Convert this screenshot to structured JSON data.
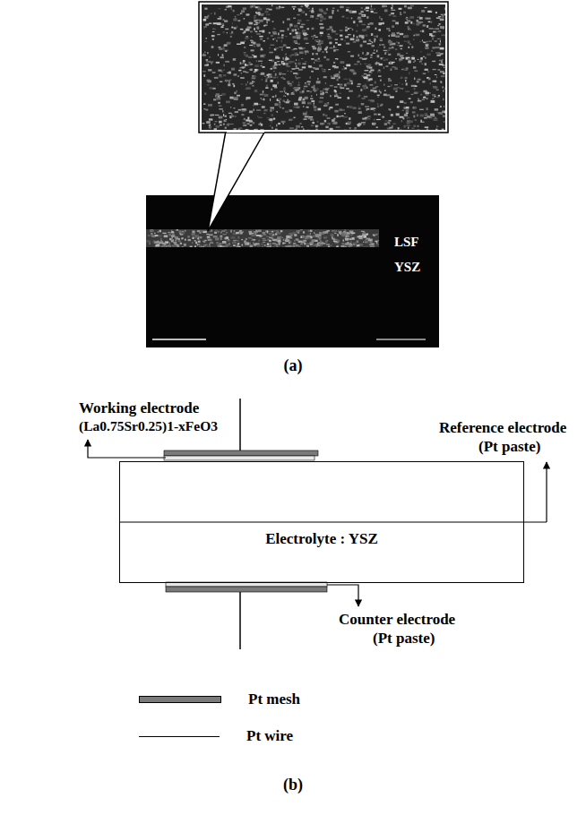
{
  "diagram": {
    "nodes": [
      {
        "text": [
          "Electrolyte : YSZ"
        ]
      }
    ],
    "labels": [
      "LSF",
      "YSZ",
      "(a)",
      "Working electrode",
      "(La0.75Sr0.25)1-xFeO3",
      "Reference electrode",
      "(Pt paste)",
      "Counter electrode",
      "(Pt paste)",
      "(b)"
    ],
    "legend": [
      {
        "text": "Pt mesh",
        "color": "#7a7a7a"
      },
      {
        "text": "Pt wire"
      }
    ]
  }
}
